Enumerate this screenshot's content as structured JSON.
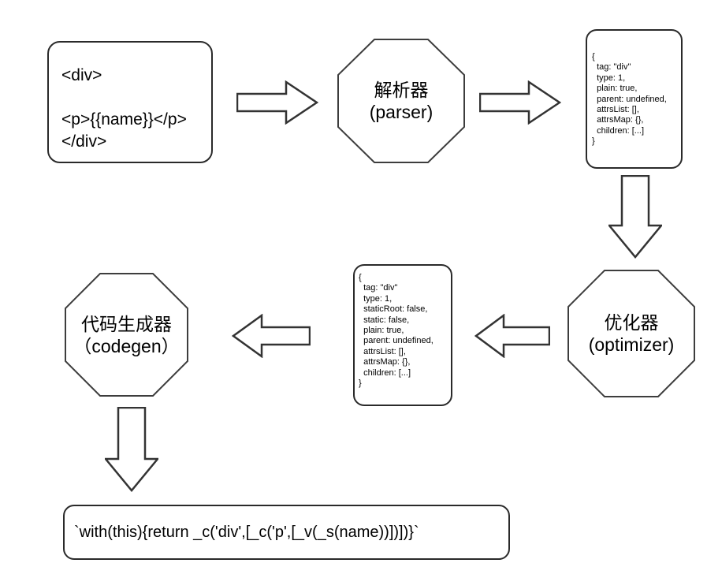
{
  "diagram": {
    "title": "Vue template compilation pipeline",
    "colors": {
      "stroke": "#2a2a2a",
      "shape_stroke": "#3d3d3d",
      "background": "#ffffff",
      "text": "#000000"
    },
    "template_box": {
      "code": "<div>\n\n<p>{{name}}</p>\n</div>"
    },
    "parser": {
      "title_zh": "解析器",
      "title_en": "(parser)"
    },
    "ast_box_1": {
      "code": "{\n  tag: \"div\"\n  type: 1,\n  plain: true,\n  parent: undefined,\n  attrsList: [],\n  attrsMap: {},\n  children: [...]\n}"
    },
    "optimizer": {
      "title_zh": "优化器",
      "title_en": "(optimizer)"
    },
    "ast_box_2": {
      "code": "{\n  tag: \"div\"\n  type: 1,\n  staticRoot: false,\n  static: false,\n  plain: true,\n  parent: undefined,\n  attrsList: [],\n  attrsMap: {},\n  children: [...]\n}"
    },
    "codegen": {
      "title_zh": "代码生成器",
      "title_en": "（codegen）"
    },
    "output_box": {
      "code": "`with(this){return _c('div',[_c('p',[_v(_s(name))])])}`"
    }
  }
}
